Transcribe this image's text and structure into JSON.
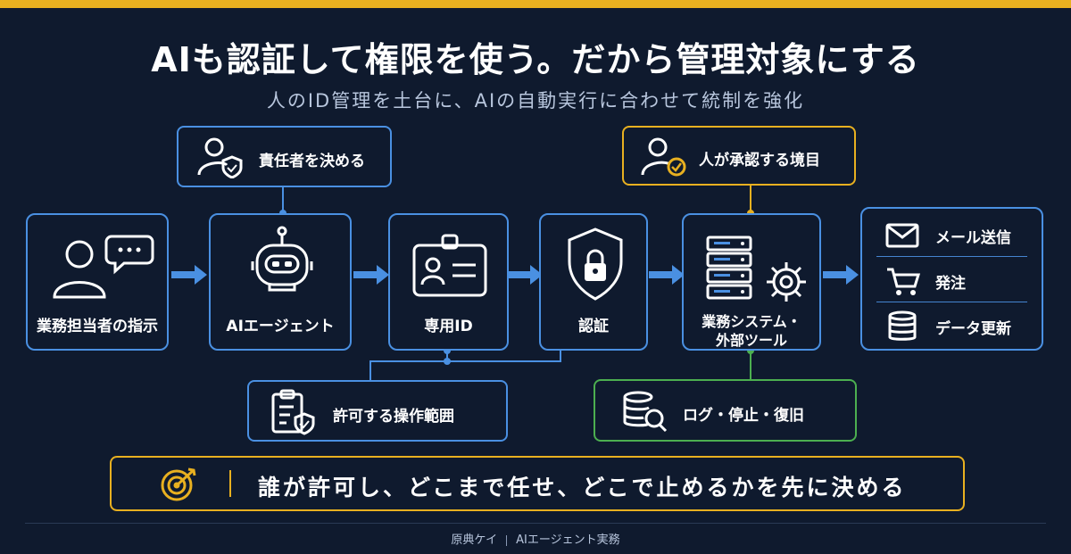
{
  "header": {
    "title": "AIも認証して権限を使う。だから管理対象にする",
    "subtitle": "人のID管理を土台に、AIの自動実行に合わせて統制を強化"
  },
  "flow": {
    "instruction": "業務担当者の指示",
    "agent": "AIエージェント",
    "dedicated_id": "専用ID",
    "auth": "認証",
    "systems_line1": "業務システム・",
    "systems_line2": "外部ツール"
  },
  "callouts": {
    "owner": "責任者を決める",
    "approval": "人が承認する境目",
    "scope": "許可する操作範囲",
    "log": "ログ・停止・復旧"
  },
  "outputs": [
    {
      "label": "メール送信",
      "icon": "mail-icon"
    },
    {
      "label": "発注",
      "icon": "cart-icon"
    },
    {
      "label": "データ更新",
      "icon": "database-icon"
    }
  ],
  "banner": {
    "text": "誰が許可し、どこまで任せ、どこで止めるかを先に決める"
  },
  "footer": {
    "author": "原典ケイ",
    "series": "AIエージェント実務"
  },
  "colors": {
    "background": "#0f1a2e",
    "blue": "#4a90e2",
    "gold": "#e8b020",
    "green": "#4caf50"
  }
}
